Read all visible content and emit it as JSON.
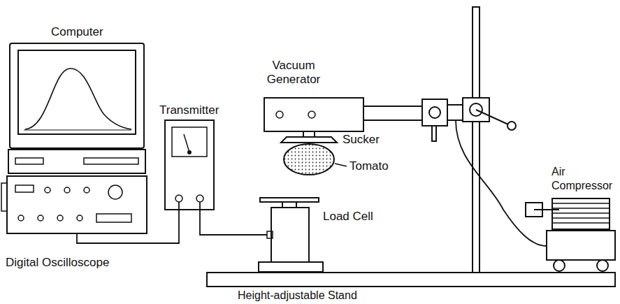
{
  "diagram": {
    "labels": [
      "Computer",
      "Vacuum Generator",
      "Transmitter",
      "Sucker",
      "Tomato",
      "Air Compressor",
      "Load Cell",
      "Digital Oscilloscope",
      "Height-adjustable Stand"
    ]
  }
}
